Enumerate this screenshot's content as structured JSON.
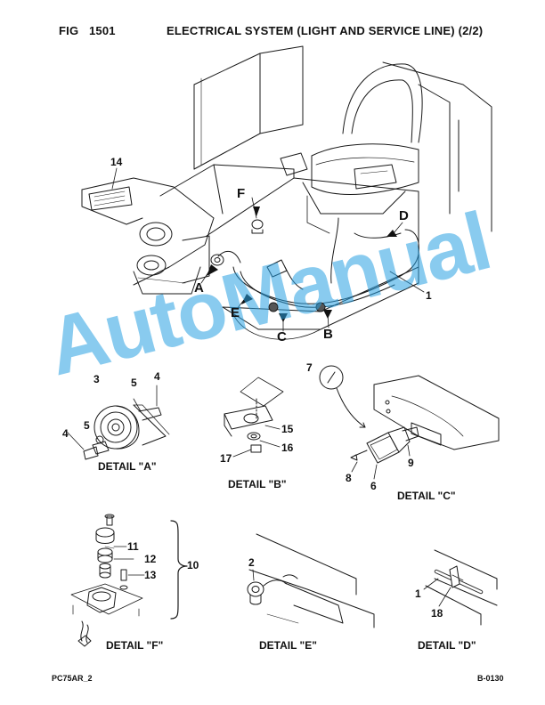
{
  "header": {
    "fig_label": "FIG",
    "fig_number": "1501",
    "title": "ELECTRICAL SYSTEM (LIGHT AND SERVICE LINE) (2/2)"
  },
  "footer": {
    "model_code": "PC75AR_2",
    "page_code": "B-0130"
  },
  "watermark": "AutoManual",
  "details": {
    "a": "DETAIL \"A\"",
    "b": "DETAIL \"B\"",
    "c": "DETAIL \"C\"",
    "d": "DETAIL \"D\"",
    "e": "DETAIL \"E\"",
    "f": "DETAIL \"F\""
  },
  "detail_letters": {
    "a": "A",
    "b": "B",
    "c": "C",
    "d": "D",
    "e": "E",
    "f": "F"
  },
  "part_numbers": {
    "p1_main": "1",
    "p1_detail_d": "1",
    "p2": "2",
    "p3": "3",
    "p4_upper": "4",
    "p4_lower": "4",
    "p5_upper": "5",
    "p5_lower": "5",
    "p6": "6",
    "p7": "7",
    "p8": "8",
    "p9": "9",
    "p10": "10",
    "p11": "11",
    "p12": "12",
    "p13": "13",
    "p14": "14",
    "p15": "15",
    "p16": "16",
    "p17": "17",
    "p18": "18"
  }
}
